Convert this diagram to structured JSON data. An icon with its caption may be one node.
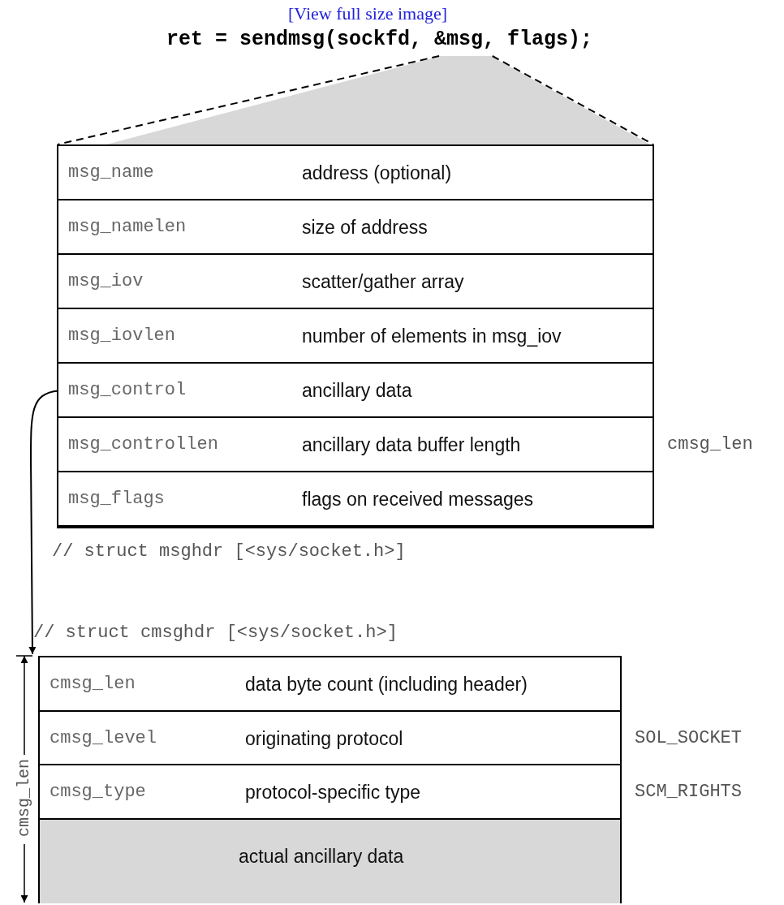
{
  "diagram": {
    "nodes": [
      {
        "text": [
          "ret = sendmsg(sockfd, &msg, flags);"
        ]
      },
      {
        "text": [
          "// struct msghdr [<sys/socket.h>]"
        ]
      },
      {
        "text": [
          "msg_name",
          "address (optional)"
        ],
        "in": 1
      },
      {
        "text": [
          "msg_namelen",
          "size of address"
        ],
        "in": 1
      },
      {
        "text": [
          "msg_iov",
          "scatter/gather array"
        ],
        "in": 1
      },
      {
        "text": [
          "msg_iovlen",
          "number of elements in msg_iov"
        ],
        "in": 1
      },
      {
        "text": [
          "msg_control",
          "ancillary data"
        ],
        "in": 1
      },
      {
        "text": [
          "msg_controllen",
          "ancillary data buffer length"
        ],
        "in": 1,
        "beside": [
          "cmsg_len"
        ]
      },
      {
        "text": [
          "msg_flags",
          "flags on received messages"
        ],
        "in": 1
      },
      {
        "text": [
          "// struct cmsghdr [<sys/socket.h>]"
        ]
      },
      {
        "text": [
          "cmsg_len",
          "data byte count (including header)"
        ],
        "in": 9
      },
      {
        "text": [
          "cmsg_level",
          "originating protocol"
        ],
        "in": 9,
        "beside": [
          "SOL_SOCKET"
        ]
      },
      {
        "text": [
          "cmsg_type",
          "protocol-specific type"
        ],
        "in": 9,
        "beside": [
          "SCM_RIGHTS"
        ]
      },
      {
        "text": [
          "actual ancillary data"
        ],
        "in": 9
      }
    ],
    "edges": [
      {
        "from": 0,
        "to": 1,
        "arrow": "none",
        "style": "dashed"
      },
      {
        "from": 0,
        "to": 1,
        "arrow": "none",
        "style": "dashed"
      },
      {
        "from": 6,
        "to": 9,
        "arrow": "to"
      }
    ],
    "labels": [
      "[View full size image]",
      "cmsg_len"
    ]
  }
}
